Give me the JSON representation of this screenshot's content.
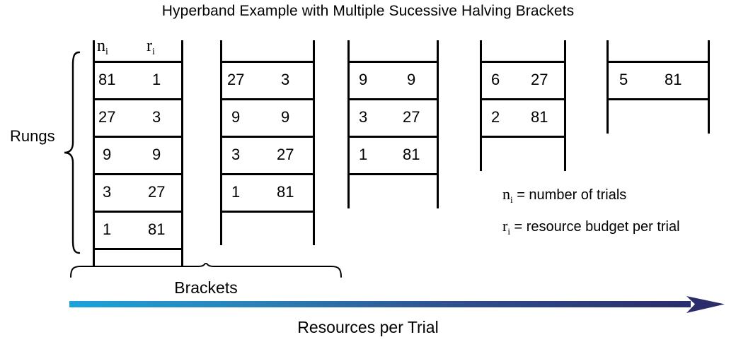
{
  "title": "Hyperband Example with Multiple Sucessive Halving Brackets",
  "headers": {
    "n": "n",
    "r": "r",
    "sub": "i"
  },
  "labels": {
    "rungs": "Rungs",
    "brackets": "Brackets",
    "resources_axis": "Resources per Trial"
  },
  "legend": [
    {
      "symbol": "n",
      "sub": "i",
      "text": "= number of trials"
    },
    {
      "symbol": "r",
      "sub": "i",
      "text": "= resource budget per trial"
    }
  ],
  "colors": {
    "ink": "#000000",
    "arrow_start": "#1ba3db",
    "arrow_mid": "#2e6ca4",
    "arrow_end": "#2b2d6b"
  },
  "chart_data": {
    "type": "table",
    "title": "Hyperband Example with Multiple Sucessive Halving Brackets",
    "columns": [
      "n_i",
      "r_i"
    ],
    "xlabel": "Resources per Trial",
    "ylabel": "Rungs",
    "brackets": [
      {
        "index": 0,
        "rows": [
          [
            "81",
            "1"
          ],
          [
            "27",
            "3"
          ],
          [
            "9",
            "9"
          ],
          [
            "3",
            "27"
          ],
          [
            "1",
            "81"
          ]
        ]
      },
      {
        "index": 1,
        "rows": [
          [
            "27",
            "3"
          ],
          [
            "9",
            "9"
          ],
          [
            "3",
            "27"
          ],
          [
            "1",
            "81"
          ]
        ]
      },
      {
        "index": 2,
        "rows": [
          [
            "9",
            "9"
          ],
          [
            "3",
            "27"
          ],
          [
            "1",
            "81"
          ]
        ]
      },
      {
        "index": 3,
        "rows": [
          [
            "6",
            "27"
          ],
          [
            "2",
            "81"
          ]
        ]
      },
      {
        "index": 4,
        "rows": [
          [
            "5",
            "81"
          ]
        ]
      }
    ]
  }
}
